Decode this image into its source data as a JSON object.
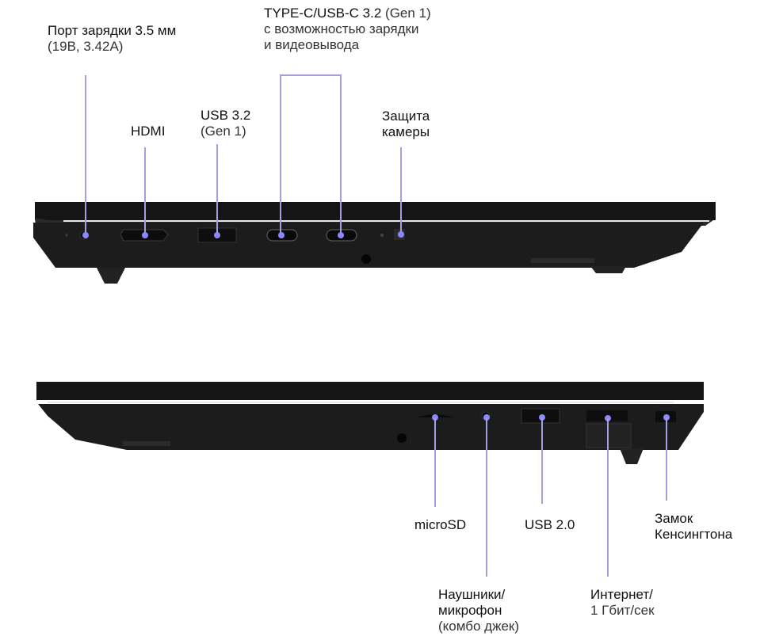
{
  "top_view": {
    "labels": {
      "charging_port": {
        "line1": "Порт зарядки 3.5 мм",
        "line2": "(19В, 3.42А)"
      },
      "hdmi": {
        "line1": "HDMI"
      },
      "usb32": {
        "line1": "USB 3.2",
        "line2": "(Gen 1)"
      },
      "typec": {
        "line1_bold": "TYPE-C/USB-C 3.2",
        "line1_light": "(Gen 1)",
        "line2": "с возможностью зарядки",
        "line3": "и видеовывода"
      },
      "camera": {
        "line1": "Защита",
        "line2": "камеры"
      }
    }
  },
  "bottom_view": {
    "labels": {
      "microsd": {
        "line1": "microSD"
      },
      "audio": {
        "line1": "Наушники/",
        "line2": "микрофон",
        "line3": "(комбо джек)"
      },
      "usb20": {
        "line1": "USB 2.0"
      },
      "ethernet": {
        "line1": "Интернет/",
        "line2": "1 Гбит/сек"
      },
      "kensington": {
        "line1": "Замок",
        "line2": "Кенсингтона"
      }
    }
  },
  "colors": {
    "callout_line": "#a39fe4",
    "callout_dot": "#8b87ff",
    "laptop_body": "#1c1c1c"
  }
}
